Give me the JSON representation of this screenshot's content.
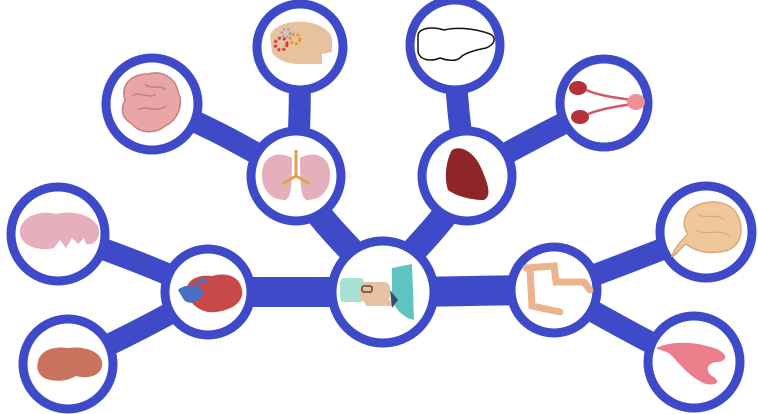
{
  "diagram": {
    "colors": {
      "network": "#3f4ac9",
      "node_fill": "#ffffff",
      "node_ring": "#3f4ac9"
    },
    "center": {
      "icon": "doctor-icon"
    },
    "nodes": [
      {
        "id": "brain-gears",
        "icon": "brain-gears-icon"
      },
      {
        "id": "tooth",
        "icon": "tooth-icon"
      },
      {
        "id": "brain",
        "icon": "brain-icon"
      },
      {
        "id": "kidneys",
        "icon": "urinary-system-icon"
      },
      {
        "id": "lungs",
        "icon": "lungs-icon"
      },
      {
        "id": "liver",
        "icon": "liver-icon"
      },
      {
        "id": "pancreas",
        "icon": "pancreas-icon"
      },
      {
        "id": "small-intestine",
        "icon": "small-intestine-icon"
      },
      {
        "id": "heart",
        "icon": "heart-icon"
      },
      {
        "id": "colon",
        "icon": "large-intestine-icon"
      },
      {
        "id": "kidney",
        "icon": "kidney-icon"
      },
      {
        "id": "stomach",
        "icon": "stomach-icon"
      }
    ]
  }
}
